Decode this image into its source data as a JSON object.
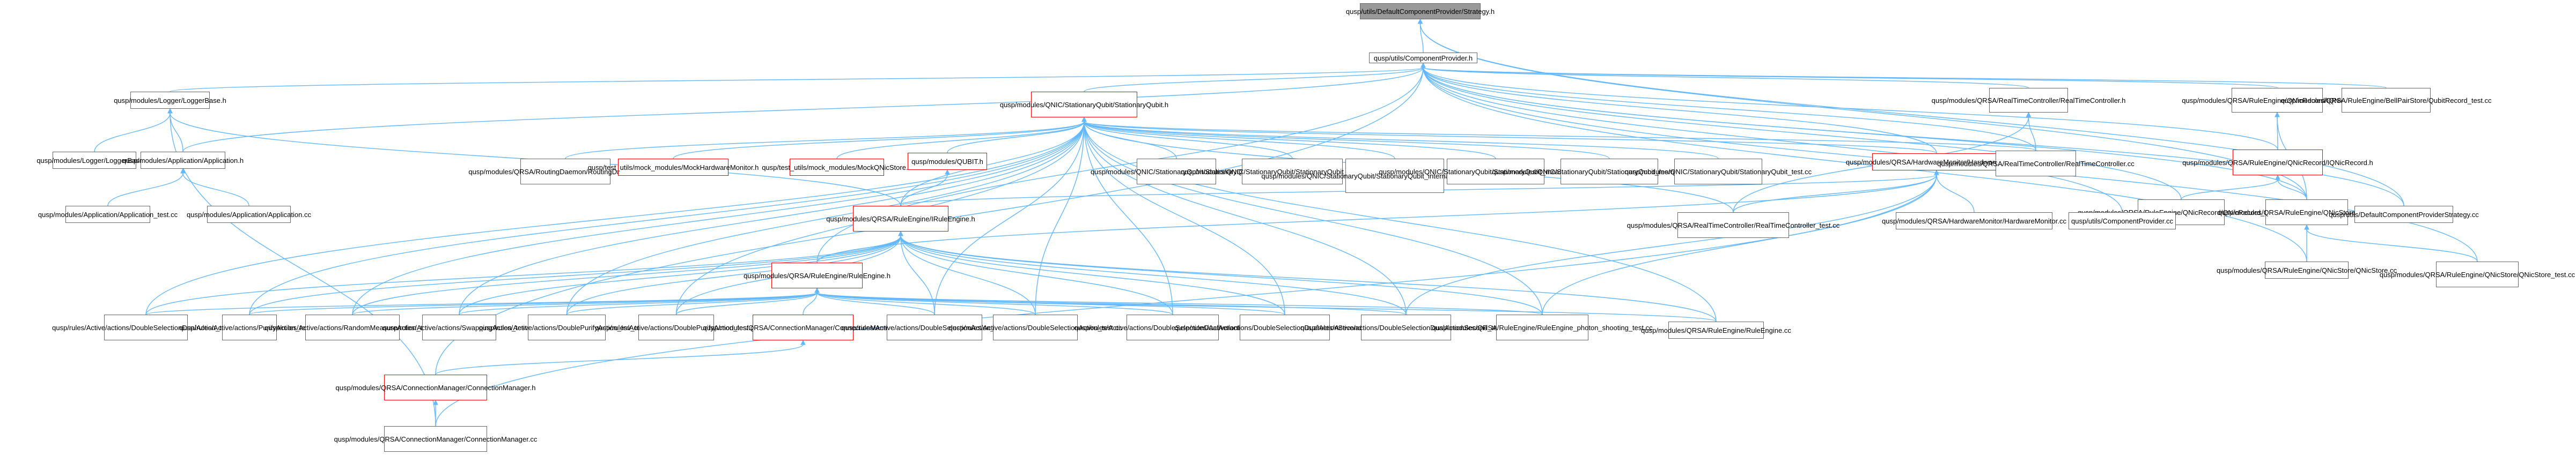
{
  "diagram": {
    "nodes": [
      {
        "id": "root",
        "label": "qusp/utils/DefaultComponentProvider/Strategy.h",
        "kind": "root"
      },
      {
        "id": "cp",
        "label": "qusp/utils/ComponentProvider.h",
        "kind": "normal"
      },
      {
        "id": "logger",
        "label": "qusp/modules/Logger/LoggerBase.h",
        "kind": "normal"
      },
      {
        "id": "qubit",
        "label": "qusp/modules/QNIC/StationaryQubit/StationaryQubit.h",
        "kind": "red"
      },
      {
        "id": "rtc",
        "label": "qusp/modules/QRSA/RealTimeController/RealTimeController.h",
        "kind": "normal"
      },
      {
        "id": "qnicrec",
        "label": "qusp/modules/QRSA/RuleEngine/QNicRecord/IQNicRecord.h",
        "kind": "normal"
      },
      {
        "id": "bellpair",
        "label": "qusp/modules/QRSA/RuleEngine/BellPairStore/QubitRecord_test.cc",
        "kind": "normal"
      },
      {
        "id": "loggercc",
        "label": "qusp/modules/Logger/LoggerBase.cc",
        "kind": "normal"
      },
      {
        "id": "apph",
        "label": "qusp/modules/Application/Application.h",
        "kind": "normal"
      },
      {
        "id": "routing",
        "label": "qusp/modules/QRSA/RoutingDaemon/RoutingDaemon_test.cc",
        "kind": "normal"
      },
      {
        "id": "mockhw",
        "label": "qusp/test_utils/mock_modules/MockHardwareMonitor.h",
        "kind": "red"
      },
      {
        "id": "mockqnic",
        "label": "qusp/test_utils/mock_modules/MockQNicStore.h",
        "kind": "red"
      },
      {
        "id": "qubith",
        "label": "qusp/modules/QUBIT.h",
        "kind": "red"
      },
      {
        "id": "sqcc",
        "label": "qusp/modules/QNIC/StationaryQubit/StationaryQubit.cc",
        "kind": "normal"
      },
      {
        "id": "sqgate",
        "label": "qusp/modules/QNIC/StationaryQubit/StationaryQubit_gate_error_test.cc",
        "kind": "normal"
      },
      {
        "id": "sqinternal",
        "label": "qusp/modules/QNIC/StationaryQubit/StationaryQubit_internal_stabilizer_graph_test.cc",
        "kind": "normal"
      },
      {
        "id": "sqmeas",
        "label": "qusp/modules/QNIC/StationaryQubit/StationaryQubit_measurement_test.cc",
        "kind": "normal"
      },
      {
        "id": "sqmem",
        "label": "qusp/modules/QNIC/StationaryQubit/StationaryQubit_memory_error_test.cc",
        "kind": "normal"
      },
      {
        "id": "sqtest",
        "label": "qusp/modules/QNIC/StationaryQubit/StationaryQubit_test.cc",
        "kind": "normal"
      },
      {
        "id": "hwmon",
        "label": "qusp/modules/QRSA/HardwareMonitor/HardwareMonitor.h",
        "kind": "red"
      },
      {
        "id": "rtccc",
        "label": "qusp/modules/QRSA/RealTimeController/RealTimeController.cc",
        "kind": "normal"
      },
      {
        "id": "iqnicrec",
        "label": "qusp/modules/QRSA/RuleEngine/QNicRecord/IQNicRecord.h",
        "kind": "red"
      },
      {
        "id": "qnicreccc",
        "label": "qusp/modules/QRSA/RuleEngine/QNicRecord/QNicRecord_test.cc",
        "kind": "normal"
      },
      {
        "id": "qnicstore",
        "label": "qusp/modules/QRSA/RuleEngine/QNicStore/QNicStore.h",
        "kind": "normal"
      },
      {
        "id": "appcc",
        "label": "qusp/modules/Application/Application.cc",
        "kind": "normal"
      },
      {
        "id": "apptest",
        "label": "qusp/modules/Application/Application_test.cc",
        "kind": "normal"
      },
      {
        "id": "ireh",
        "label": "qusp/modules/QRSA/RuleEngine/IRuleEngine.h",
        "kind": "red"
      },
      {
        "id": "rtctest",
        "label": "qusp/modules/QRSA/RealTimeController/RealTimeController_test.cc",
        "kind": "normal"
      },
      {
        "id": "hwmoncc",
        "label": "qusp/modules/QRSA/HardwareMonitor/HardwareMonitor.cc",
        "kind": "normal"
      },
      {
        "id": "cpcc",
        "label": "qusp/utils/ComponentProvider.cc",
        "kind": "normal"
      },
      {
        "id": "defcp",
        "label": "qusp/utils/DefaultComponentProviderStrategy.cc",
        "kind": "normal"
      },
      {
        "id": "qnicstorecc",
        "label": "qusp/modules/QRSA/RuleEngine/QNicStore/QNicStore.cc",
        "kind": "normal"
      },
      {
        "id": "qnicstoretest",
        "label": "qusp/modules/QRSA/RuleEngine/QNicStore/QNicStore_test.cc",
        "kind": "normal"
      },
      {
        "id": "reh",
        "label": "qusp/modules/QRSA/RuleEngine/RuleEngine.h",
        "kind": "red"
      },
      {
        "id": "cmh",
        "label": "qusp/modules/QRSA/ConnectionManager/ConnectionManager.h",
        "kind": "red"
      },
      {
        "id": "dsdual",
        "label": "qusp/rules/Active/actions/DoubleSelectionDualAction_test.cc",
        "kind": "normal"
      },
      {
        "id": "purify",
        "label": "qusp/rules/Active/actions/PurifyAction_test.cc",
        "kind": "normal"
      },
      {
        "id": "random",
        "label": "qusp/rules/Active/actions/RandomMeasureAction_test.cc",
        "kind": "normal"
      },
      {
        "id": "swapping",
        "label": "qusp/rules/Active/actions/SwappingAction_test.cc",
        "kind": "normal"
      },
      {
        "id": "dpurinv",
        "label": "qusp/rules/Active/actions/DoublePurifyAction_Inv_test.cc",
        "kind": "normal"
      },
      {
        "id": "dpur",
        "label": "qusp/rules/Active/actions/DoublePurifyAction_test.cc",
        "kind": "normal"
      },
      {
        "id": "cmh2",
        "label": "qusp/modules/QRSA/ConnectionManager/ConnectionManager.h",
        "kind": "red"
      },
      {
        "id": "dsinv",
        "label": "qusp/rules/Active/actions/DoubleSelectionAction_Inv_test.cc",
        "kind": "normal"
      },
      {
        "id": "ds",
        "label": "qusp/rules/Active/actions/DoubleSelectionAction_test.cc",
        "kind": "normal"
      },
      {
        "id": "dsdualinv",
        "label": "qusp/rules/Active/actions/DoubleSelectionDualActionInv_test.cc",
        "kind": "normal"
      },
      {
        "id": "dsdual2inv",
        "label": "qusp/rules/Active/actions/DoubleSelectionDualActionSecondInv_test.cc",
        "kind": "normal"
      },
      {
        "id": "dsdual2",
        "label": "qusp/rules/Active/actions/DoubleSelectionDualActionSecond_test.cc",
        "kind": "normal"
      },
      {
        "id": "rephoton",
        "label": "qusp/modules/QRSA/RuleEngine/RuleEngine_photon_shooting_test.cc",
        "kind": "normal"
      },
      {
        "id": "recc",
        "label": "qusp/modules/QRSA/RuleEngine/RuleEngine.cc",
        "kind": "normal"
      },
      {
        "id": "cmcc",
        "label": "qusp/modules/QRSA/ConnectionManager/ConnectionManager.cc",
        "kind": "normal"
      }
    ]
  }
}
